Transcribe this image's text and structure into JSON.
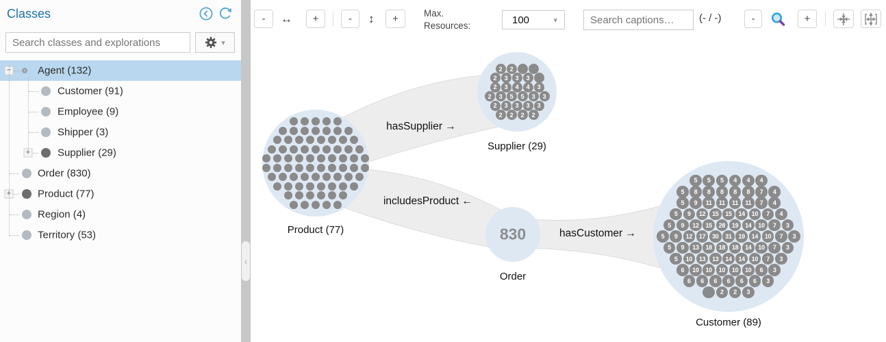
{
  "colors": {
    "accent_blue": "#1d70a8",
    "selection_blue": "#b9d8ef",
    "node_fill": "#dde8f3",
    "dot_gray": "#8a8a8a",
    "ribbon_gray": "#ededed",
    "icon_blue": "#57a7d8",
    "magnifier_blue": "#35a3dc",
    "magnifier_purple": "#7b3fa0"
  },
  "icons": {
    "h_arrow": "↔",
    "v_arrow": "↕",
    "chevron_down": "▾",
    "collapse_left": "‹"
  },
  "sidebar": {
    "title": "Classes",
    "search_placeholder": "Search classes and explorations",
    "tree": [
      {
        "label": "Agent (132)",
        "level": 0,
        "expander": "minus",
        "icon": "ring",
        "selected": true
      },
      {
        "label": "Customer (91)",
        "level": 1,
        "expander": null,
        "icon": "light",
        "selected": false
      },
      {
        "label": "Employee (9)",
        "level": 1,
        "expander": null,
        "icon": "light",
        "selected": false
      },
      {
        "label": "Shipper (3)",
        "level": 1,
        "expander": null,
        "icon": "light",
        "selected": false
      },
      {
        "label": "Supplier (29)",
        "level": 1,
        "expander": "plus",
        "icon": "dark",
        "selected": false
      },
      {
        "label": "Order (830)",
        "level": 0,
        "expander": null,
        "icon": "light",
        "selected": false
      },
      {
        "label": "Product (77)",
        "level": 0,
        "expander": "plus",
        "icon": "dark",
        "selected": false
      },
      {
        "label": "Region (4)",
        "level": 0,
        "expander": null,
        "icon": "light",
        "selected": false
      },
      {
        "label": "Territory (53)",
        "level": 0,
        "expander": null,
        "icon": "light",
        "selected": false
      }
    ]
  },
  "toolbar": {
    "h_shrink": "-",
    "h_grow": "+",
    "v_shrink": "-",
    "v_grow": "+",
    "max_resources_label": "Max. Resources:",
    "max_resources_value": "100",
    "search_placeholder": "Search captions…",
    "match_counter": "(- / -)",
    "zoom_out": "-",
    "zoom_in": "+"
  },
  "graph": {
    "nodes": [
      {
        "id": "product",
        "label": "Product (77)",
        "dot_count": 77
      },
      {
        "id": "supplier",
        "label": "Supplier (29)",
        "dot_rows": [
          [
            "2",
            "2",
            "",
            ""
          ],
          [
            "2",
            "3",
            "3",
            "3",
            ""
          ],
          [
            "2",
            "3",
            "4",
            "4",
            "3"
          ],
          [
            "2",
            "3",
            "5",
            "5",
            "3",
            "3"
          ],
          [
            "2",
            "3",
            "3",
            "3",
            "3"
          ],
          [
            "2",
            "2",
            "2",
            "2"
          ]
        ]
      },
      {
        "id": "order",
        "label": "Order",
        "value": "830"
      },
      {
        "id": "customer",
        "label": "Customer (89)",
        "dot_rows": [
          [
            "5",
            "5",
            "5",
            "4",
            "4",
            "4"
          ],
          [
            "5",
            "8",
            "8",
            "8",
            "8",
            "8",
            "7",
            "4"
          ],
          [
            "5",
            "9",
            "11",
            "11",
            "11",
            "11",
            "7",
            "4"
          ],
          [
            "5",
            "9",
            "12",
            "15",
            "15",
            "14",
            "10",
            "7",
            "4"
          ],
          [
            "5",
            "9",
            "12",
            "15",
            "28",
            "19",
            "14",
            "10",
            "7",
            "3"
          ],
          [
            "5",
            "9",
            "12",
            "17",
            "30",
            "31",
            "19",
            "14",
            "10",
            "7",
            "3"
          ],
          [
            "5",
            "9",
            "13",
            "18",
            "18",
            "18",
            "14",
            "10",
            "7",
            "3"
          ],
          [
            "5",
            "10",
            "13",
            "13",
            "14",
            "14",
            "10",
            "7",
            "3"
          ],
          [
            "6",
            "10",
            "10",
            "10",
            "10",
            "10",
            "6",
            "3"
          ],
          [
            "6",
            "6",
            "6",
            "6",
            "6",
            "6",
            "3"
          ],
          [
            "",
            "2",
            "2",
            "3"
          ]
        ]
      }
    ],
    "edges": [
      {
        "label": "hasSupplier →"
      },
      {
        "label": "includesProduct ←"
      },
      {
        "label": "hasCustomer →"
      }
    ]
  }
}
